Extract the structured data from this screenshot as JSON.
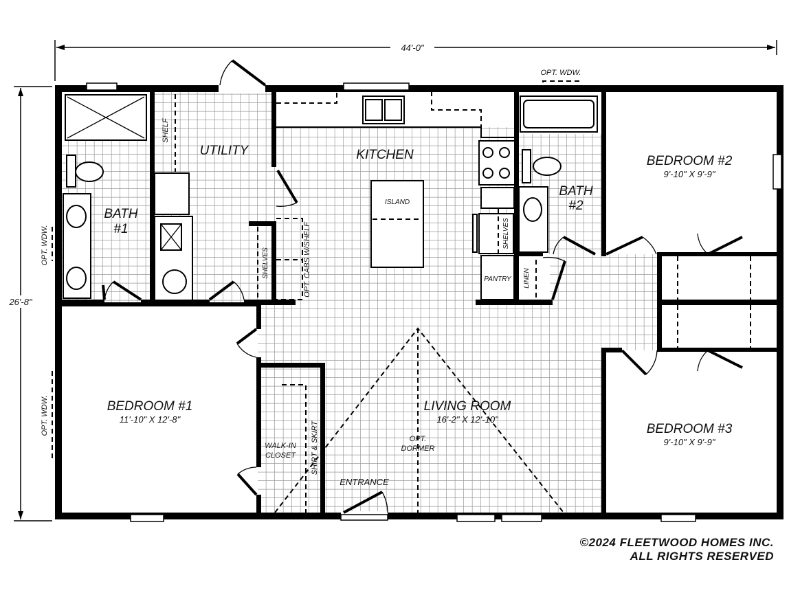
{
  "dimensions": {
    "width": "44'-0\"",
    "depth": "26'-8\""
  },
  "rooms": {
    "bath1": {
      "name": "BATH",
      "num": "#1"
    },
    "utility": {
      "name": "UTILITY"
    },
    "kitchen": {
      "name": "KITCHEN"
    },
    "bath2": {
      "name": "BATH",
      "num": "#2"
    },
    "bedroom2": {
      "name": "BEDROOM #2",
      "size": "9'-10\" X 9'-9\""
    },
    "bedroom1": {
      "name": "BEDROOM #1",
      "size": "11'-10\" X 12'-8\""
    },
    "living": {
      "name": "LIVING ROOM",
      "size": "16'-2\" X 12'-10\""
    },
    "bedroom3": {
      "name": "BEDROOM #3",
      "size": "9'-10\" X 9'-9\""
    },
    "closet": {
      "line1": "WALK-IN",
      "line2": "CLOSET"
    }
  },
  "labels": {
    "shelf": "SHELF",
    "shelves_utility": "SHELVES",
    "opt_cabs": "OPT. CABS W/SHELF",
    "island": "ISLAND",
    "shelves_kitchen": "SHELVES",
    "pantry": "PANTRY",
    "linen": "LINEN",
    "opt_wdw_top": "OPT. WDW.",
    "opt_wdw_bath1": "OPT. WDW.",
    "opt_wdw_bed1": "OPT. WDW.",
    "shirt_skirt": "SHIRT & SKIRT",
    "opt_dormer1": "OPT.",
    "opt_dormer2": "DORMER",
    "entrance": "ENTRANCE"
  },
  "copyright": {
    "line1": "©2024 FLEETWOOD HOMES INC.",
    "line2": "ALL RIGHTS RESERVED"
  }
}
